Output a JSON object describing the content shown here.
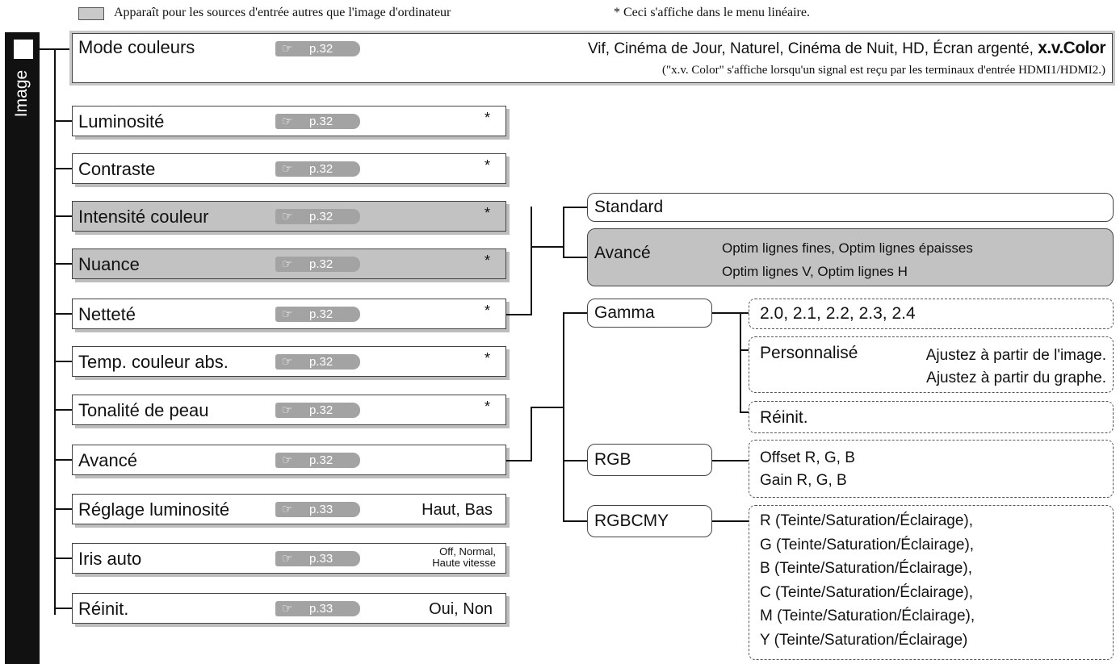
{
  "legend": {
    "swatch_text": "Apparaît pour les sources d'entrée autres que l'image d'ordinateur",
    "star_text": "* Ceci s'affiche dans le menu linéaire."
  },
  "sidebar": {
    "label": "Image"
  },
  "colors": {
    "gray_item": "#c2c2c2",
    "ref_badge": "#a3a3a3",
    "sidebar": "#111111"
  },
  "top_item": {
    "label": "Mode couleurs",
    "ref": "p.32",
    "values": "Vif, Cinéma de Jour, Naturel, Cinéma de Nuit, HD, Écran argenté,",
    "xvcolor": "x.v.Color",
    "note": "(\"x.v. Color\" s'affiche lorsqu'un signal est reçu par les terminaux d'entrée HDMI1/HDMI2.)"
  },
  "items": [
    {
      "label": "Luminosité",
      "ref": "p.32",
      "star": "*",
      "gray": false
    },
    {
      "label": "Contraste",
      "ref": "p.32",
      "star": "*",
      "gray": false
    },
    {
      "label": "Intensité couleur",
      "ref": "p.32",
      "star": "*",
      "gray": true
    },
    {
      "label": "Nuance",
      "ref": "p.32",
      "star": "*",
      "gray": true
    },
    {
      "label": "Netteté",
      "ref": "p.32",
      "star": "*",
      "gray": false
    },
    {
      "label": "Temp. couleur abs.",
      "ref": "p.32",
      "star": "*",
      "gray": false
    },
    {
      "label": "Tonalité de peau",
      "ref": "p.32",
      "star": "*",
      "gray": false
    },
    {
      "label": "Avancé",
      "ref": "p.32",
      "star": "",
      "gray": false
    },
    {
      "label": "Réglage luminosité",
      "ref": "p.33",
      "value": "Haut, Bas",
      "gray": false
    },
    {
      "label": "Iris auto",
      "ref": "p.33",
      "value_l1": "Off, Normal,",
      "value_l2": "Haute vitesse",
      "gray": false
    },
    {
      "label": "Réinit.",
      "ref": "p.33",
      "value": "Oui, Non",
      "gray": false
    }
  ],
  "sharpness": {
    "standard": "Standard",
    "advanced": "Avancé",
    "adv_l1": "Optim lignes fines, Optim lignes épaisses",
    "adv_l2": "Optim lignes V, Optim lignes H"
  },
  "advanced": {
    "gamma": "Gamma",
    "gamma_values": "2.0, 2.1, 2.2, 2.3, 2.4",
    "custom": "Personnalisé",
    "custom_l1": "Ajustez à partir de l'image.",
    "custom_l2": "Ajustez à partir du graphe.",
    "gamma_reset": "Réinit.",
    "rgb": "RGB",
    "rgb_l1": "Offset R, G, B",
    "rgb_l2": "Gain R, G, B",
    "rgbcmy": "RGBCMY",
    "rgbcmy_lines": [
      "R (Teinte/Saturation/Éclairage),",
      "G (Teinte/Saturation/Éclairage),",
      "B (Teinte/Saturation/Éclairage),",
      "C (Teinte/Saturation/Éclairage),",
      "M (Teinte/Saturation/Éclairage),",
      "Y (Teinte/Saturation/Éclairage)"
    ]
  }
}
